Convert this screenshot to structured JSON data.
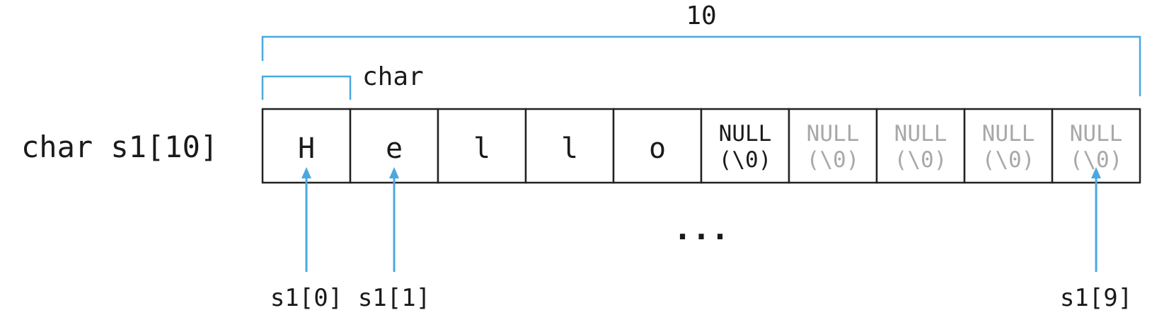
{
  "declaration": "char s1[10]",
  "size_label": "10",
  "type_label": "char",
  "cells": [
    {
      "line1": "H",
      "line2": "",
      "muted": false
    },
    {
      "line1": "e",
      "line2": "",
      "muted": false
    },
    {
      "line1": "l",
      "line2": "",
      "muted": false
    },
    {
      "line1": "l",
      "line2": "",
      "muted": false
    },
    {
      "line1": "o",
      "line2": "",
      "muted": false
    },
    {
      "line1": "NULL",
      "line2": "(\\0)",
      "muted": false
    },
    {
      "line1": "NULL",
      "line2": "(\\0)",
      "muted": true
    },
    {
      "line1": "NULL",
      "line2": "(\\0)",
      "muted": true
    },
    {
      "line1": "NULL",
      "line2": "(\\0)",
      "muted": true
    },
    {
      "line1": "NULL",
      "line2": "(\\0)",
      "muted": true
    }
  ],
  "ellipsis": "...",
  "pointers": [
    {
      "label": "s1[0]",
      "cell": 0
    },
    {
      "label": "s1[1]",
      "cell": 1
    },
    {
      "label": "s1[9]",
      "cell": 9
    }
  ],
  "colors": {
    "bracket": "#4aa8e0",
    "arrow": "#4aa8e0",
    "cell_border": "#222222",
    "text": "#1a1a1a",
    "muted_text": "#a8a8a8"
  }
}
